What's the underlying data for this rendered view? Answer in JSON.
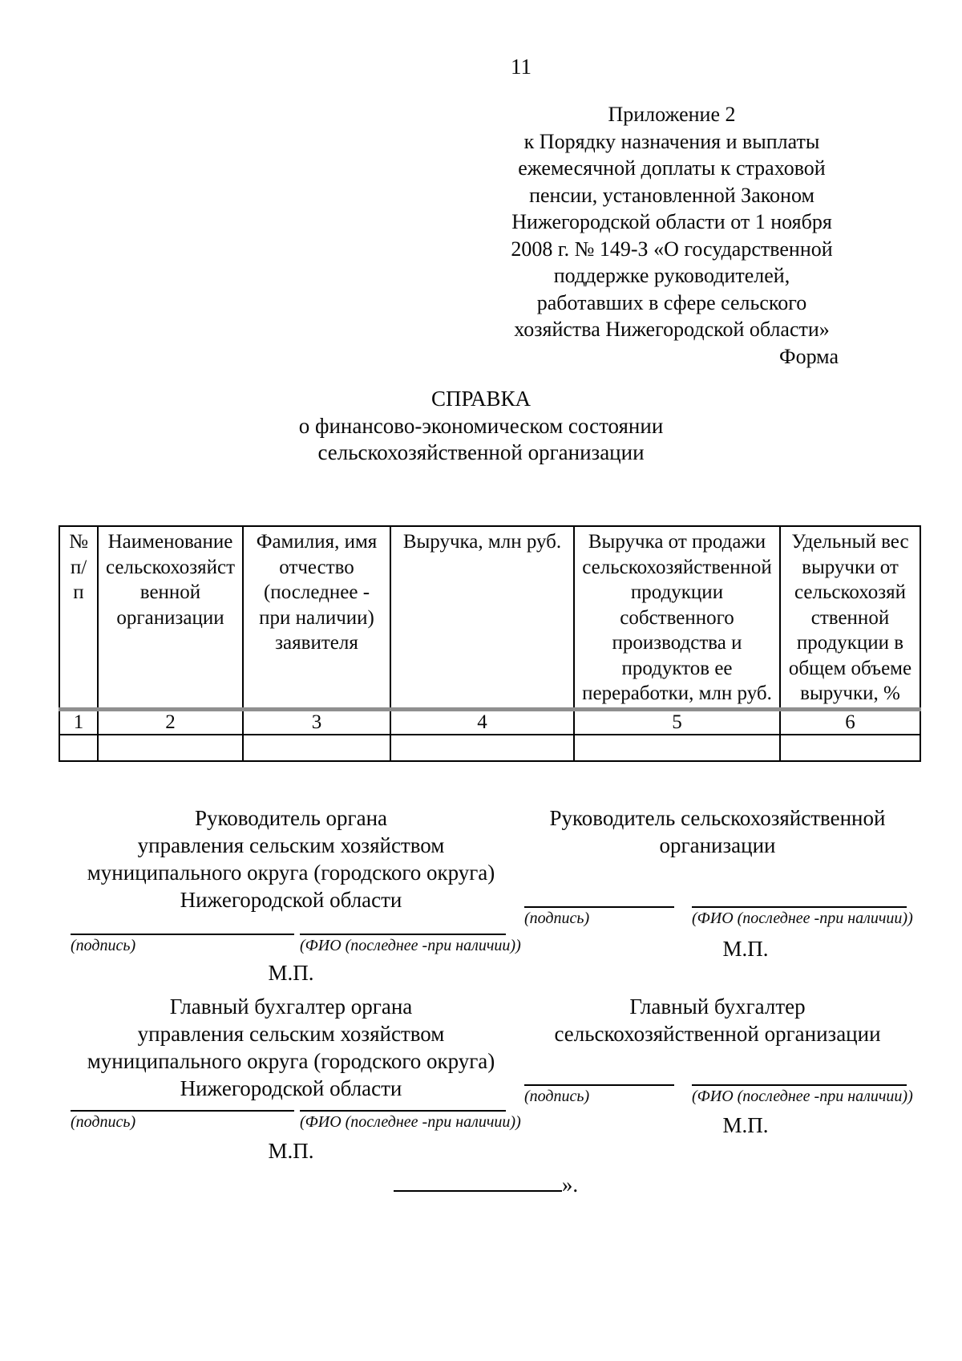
{
  "page": {
    "number": "11"
  },
  "appendix": {
    "text": "Приложение 2\nк Порядку назначения и выплаты\nежемесячной доплаты к страховой\nпенсии, установленной Законом\nНижегородской области от 1 ноября\n2008 г. № 149-З «О государственной\nподдержке руководителей,\nработавших в сфере сельского\nхозяйства Нижегородской области»"
  },
  "form_label": "Форма",
  "title": {
    "text": "СПРАВКА\nо финансово-экономическом состоянии\nсельскохозяйственной организации"
  },
  "table": {
    "headers": [
      "№\nп/\nп",
      "Наименование\nсельскохозяйст\nвенной\nорганизации",
      "Фамилия, имя\nотчество\n(последнее -\nпри наличии)\nзаявителя",
      "Выручка, млн руб.",
      "Выручка от продажи\nсельскохозяйственной\nпродукции\nсобственного\nпроизводства и\nпродуктов ее\nпереработки, млн руб.",
      "Удельный вес\nвыручки от\nсельскохозяй\nственной\nпродукции в\nобщем объеме\nвыручки, %"
    ],
    "numbers": [
      "1",
      "2",
      "3",
      "4",
      "5",
      "6"
    ]
  },
  "signatures": {
    "labels": {
      "sign": "(подпись)",
      "name": "(ФИО (последнее -при наличии))",
      "seal": "М.П."
    },
    "left1_title": "Руководитель органа\nуправления сельским хозяйством\nмуниципального округа (городского округа)\nНижегородской области",
    "right1_title": "Руководитель сельскохозяйственной\nорганизации",
    "left2_title": "Главный бухгалтер органа\nуправления сельским хозяйством\nмуниципального округа (городского округа)\nНижегородской области",
    "right2_title": "Главный бухгалтер\nсельскохозяйственной организации"
  },
  "footer": {
    "closing": "»."
  }
}
